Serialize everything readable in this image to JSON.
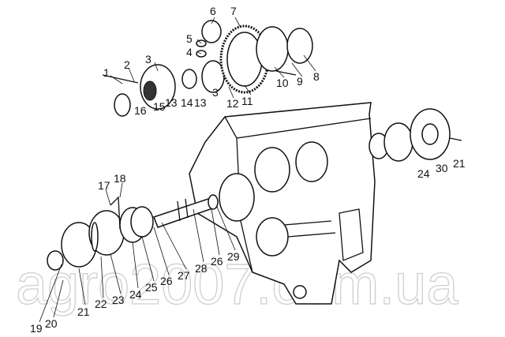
{
  "diagram": {
    "watermark": "agro2007.com.ua",
    "labels": [
      "1",
      "2",
      "3",
      "4",
      "5",
      "6",
      "7",
      "8",
      "9",
      "10",
      "11",
      "12",
      "3",
      "13",
      "14",
      "13",
      "15",
      "16",
      "17",
      "18",
      "19",
      "20",
      "21",
      "22",
      "23",
      "24",
      "25",
      "26",
      "27",
      "28",
      "26",
      "29",
      "24",
      "30",
      "21"
    ]
  }
}
